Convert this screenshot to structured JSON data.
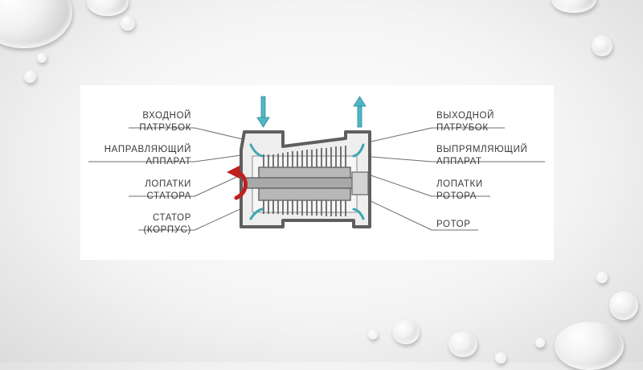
{
  "labels": {
    "inlet": {
      "line1": "ВХОДНОЙ",
      "line2": "ПАТРУБОК"
    },
    "guide": {
      "line1": "НАПРАВЛЯЮЩИЙ",
      "line2": "АППАРАТ"
    },
    "stator_bl": {
      "line1": "ЛОПАТКИ",
      "line2": "СТАТОРА"
    },
    "stator": {
      "line1": "СТАТОР",
      "line2": "(КОРПУС)"
    },
    "outlet": {
      "line1": "ВЫХОДНОЙ",
      "line2": "ПАТРУБОК"
    },
    "straight": {
      "line1": "ВЫПРЯМЛЯЮЩИЙ",
      "line2": "АППАРАТ"
    },
    "rotor_bl": {
      "line1": "ЛОПАТКИ",
      "line2": "РОТОРА"
    },
    "rotor": {
      "line1": "РОТОР"
    }
  },
  "colors": {
    "flow_arrow": "#4fb8c8",
    "rotation_arrow": "#c0201e",
    "casing": "#5f5f5f",
    "guide_vanes": "#3fa6b5"
  },
  "icons": [
    "inlet-flow-arrow-icon",
    "outlet-flow-arrow-icon",
    "rotation-arrow-icon"
  ]
}
